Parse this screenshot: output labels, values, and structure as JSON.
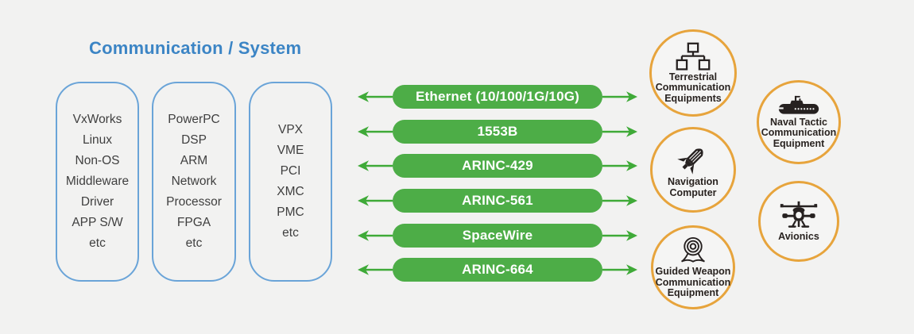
{
  "title": "Communication / System",
  "colors": {
    "background": "#f2f2f1",
    "title_blue": "#3c85c5",
    "box_border_blue": "#6aa4d8",
    "bus_green": "#4dad47",
    "arrow_green": "#3faa38",
    "circle_orange": "#e7a43c",
    "icon_dark": "#262120",
    "box_text": "#3f3f3f",
    "bus_text": "#ffffff"
  },
  "boxes": [
    {
      "items": [
        "VxWorks",
        "Linux",
        "Non-OS",
        "Middleware",
        "Driver",
        "APP S/W",
        "etc"
      ]
    },
    {
      "items": [
        "PowerPC",
        "DSP",
        "ARM",
        "Network",
        "Processor",
        "FPGA",
        "etc"
      ]
    },
    {
      "items": [
        "VPX",
        "VME",
        "PCI",
        "XMC",
        "PMC",
        "etc"
      ]
    }
  ],
  "buses": [
    "Ethernet (10/100/1G/10G)",
    "1553B",
    "ARINC-429",
    "ARINC-561",
    "SpaceWire",
    "ARINC-664"
  ],
  "equipment": [
    {
      "icon": "network-topology-icon",
      "label": "Terrestrial\nCommunication\nEquipments"
    },
    {
      "icon": "submarine-icon",
      "label": "Naval Tactic\nCommunication\nEquipment"
    },
    {
      "icon": "missile-icon",
      "label": "Navigation\nComputer"
    },
    {
      "icon": "helicopter-icon",
      "label": "Avionics"
    },
    {
      "icon": "webcam-icon",
      "label": "Guided Weapon\nCommunication\nEquipment"
    }
  ]
}
